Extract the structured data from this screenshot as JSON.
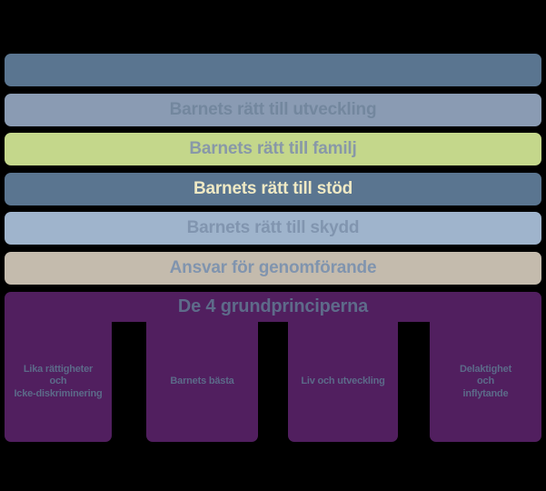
{
  "diagram": {
    "background": "#000000",
    "bars": [
      {
        "name": "roof",
        "label": "",
        "bg": "#5A7590",
        "fg": "#5A7590"
      },
      {
        "name": "barnets-ratt-till-utveckling",
        "label": "Barnets rätt till utveckling",
        "bg": "#8A9BB3",
        "fg": "#73879E"
      },
      {
        "name": "barnets-ratt-till-familj",
        "label": "Barnets rätt till familj",
        "bg": "#C4D78B",
        "fg": "#8898A8"
      },
      {
        "name": "barnets-ratt-till-stod",
        "label": "Barnets rätt till stöd",
        "bg": "#5A7590",
        "fg": "#EFE9C4",
        "highlighted": true
      },
      {
        "name": "barnets-ratt-till-skydd",
        "label": "Barnets rätt till skydd",
        "bg": "#9FB4CC",
        "fg": "#8195AF"
      },
      {
        "name": "ansvar-for-genomforande",
        "label": "Ansvar för genomförande",
        "bg": "#C4BBAD",
        "fg": "#8094AE"
      }
    ],
    "principles": {
      "title": "De 4 grundprinciperna",
      "bg": "#511F5F",
      "title_color": "#5E6B8A",
      "pillar_text_color": "#5C6A89",
      "pillars": [
        {
          "label": "Lika rättigheter\noch\nIcke-diskriminering"
        },
        {
          "label": "Barnets bästa"
        },
        {
          "label": "Liv och utveckling"
        },
        {
          "label": "Delaktighet\noch\ninflytande"
        }
      ]
    }
  }
}
